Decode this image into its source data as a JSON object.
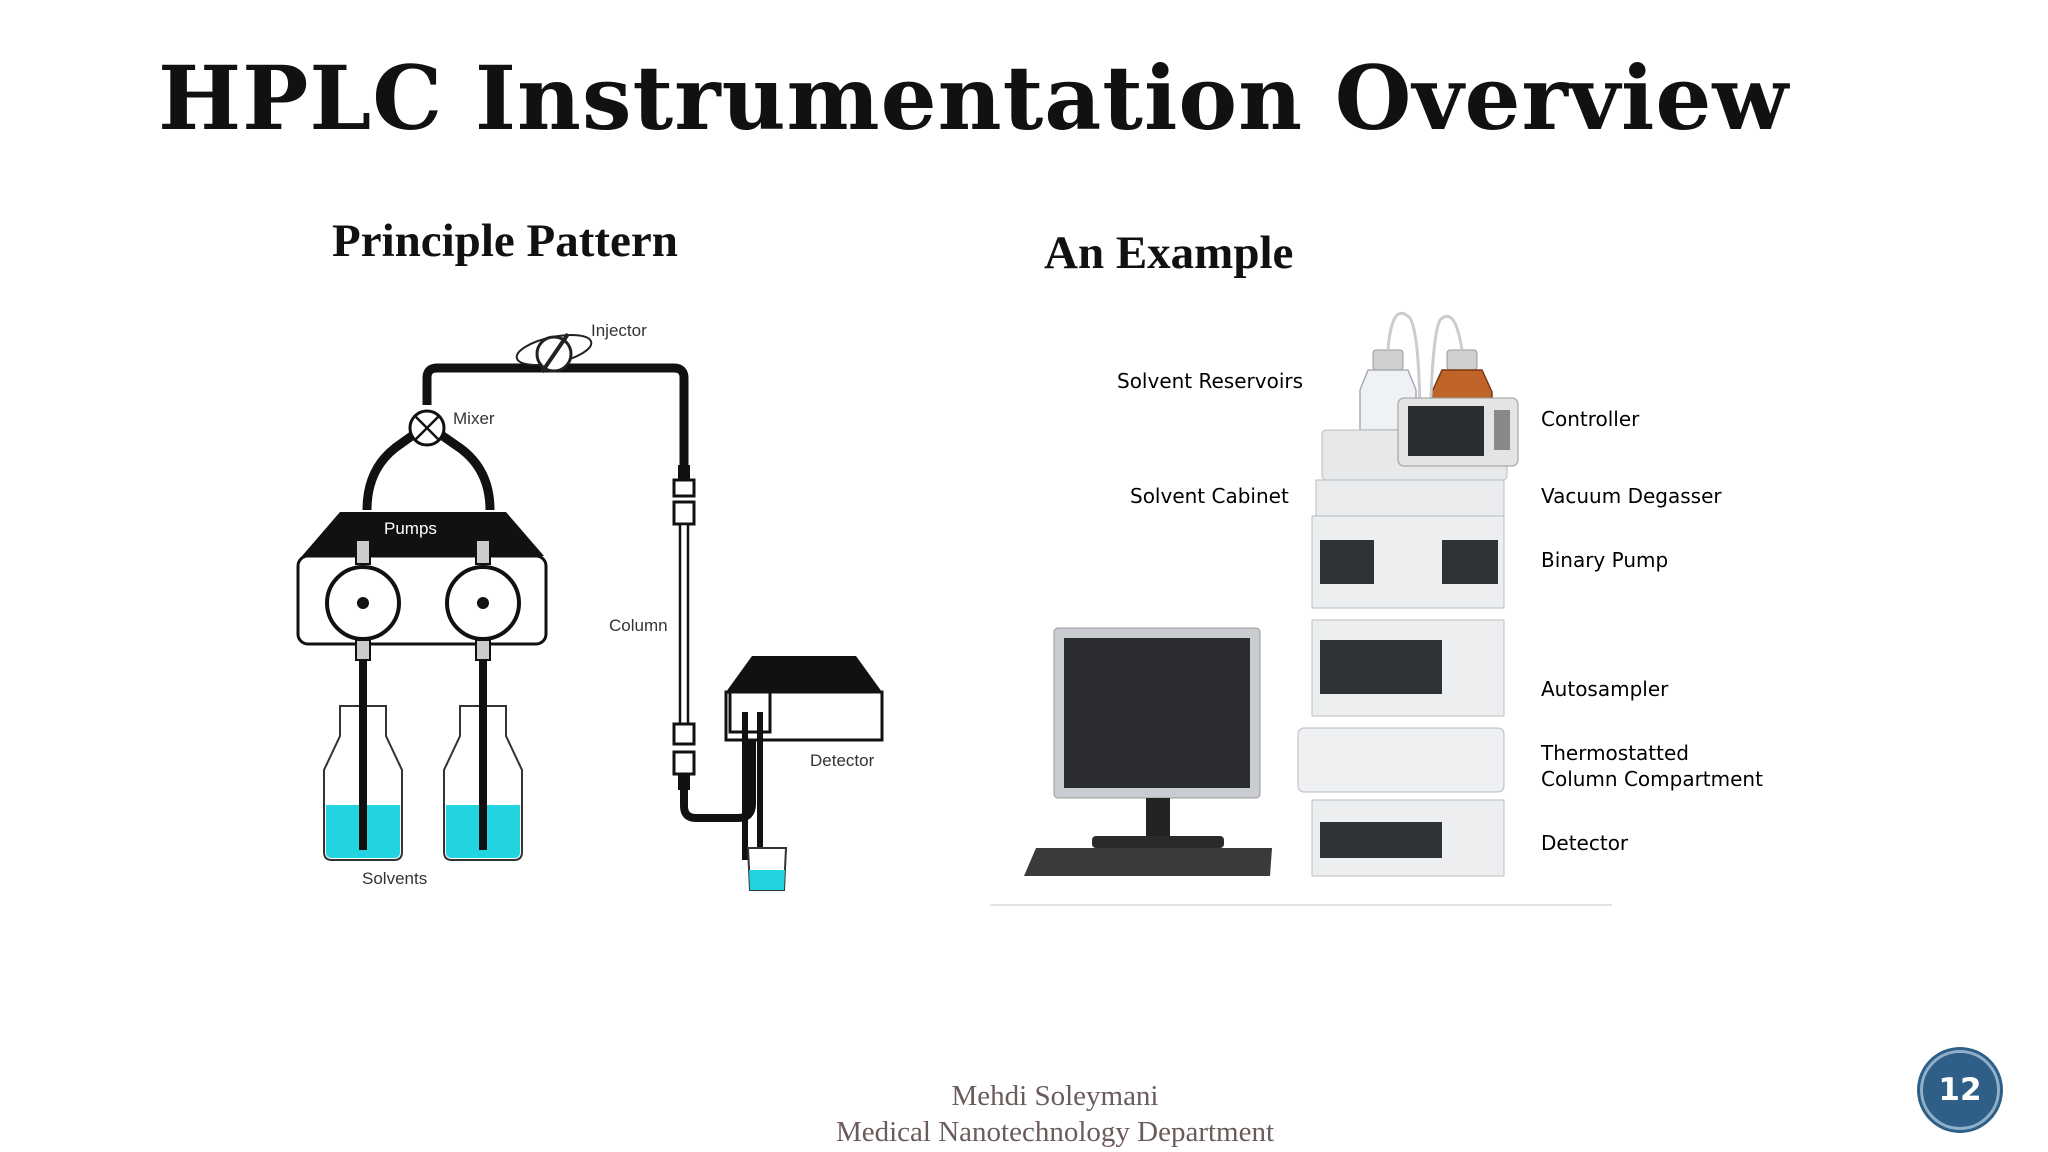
{
  "slide": {
    "title": "HPLC Instrumentation Overview",
    "left_heading": "Principle Pattern",
    "right_heading": "An Example",
    "page_number": "12"
  },
  "schematic": {
    "labels": {
      "injector": "Injector",
      "mixer": "Mixer",
      "pumps": "Pumps",
      "column": "Column",
      "detector": "Detector",
      "solvents": "Solvents"
    }
  },
  "example": {
    "left_callouts": {
      "solvent_reservoirs": "Solvent Reservoirs",
      "solvent_cabinet": "Solvent Cabinet"
    },
    "right_callouts": {
      "controller": "Controller",
      "vacuum_degasser": "Vacuum Degasser",
      "binary_pump": "Binary Pump",
      "autosampler": "Autosampler",
      "thermostatted_line1": "Thermostatted",
      "thermostatted_line2": "Column Compartment",
      "detector": "Detector"
    }
  },
  "footer": {
    "author": "Mehdi Soleymani",
    "department": "Medical Nanotechnology Department"
  },
  "colors": {
    "solvent_fill": "#22d3e0",
    "badge": "#2f5f86",
    "footer_text": "#6b5b5b"
  }
}
